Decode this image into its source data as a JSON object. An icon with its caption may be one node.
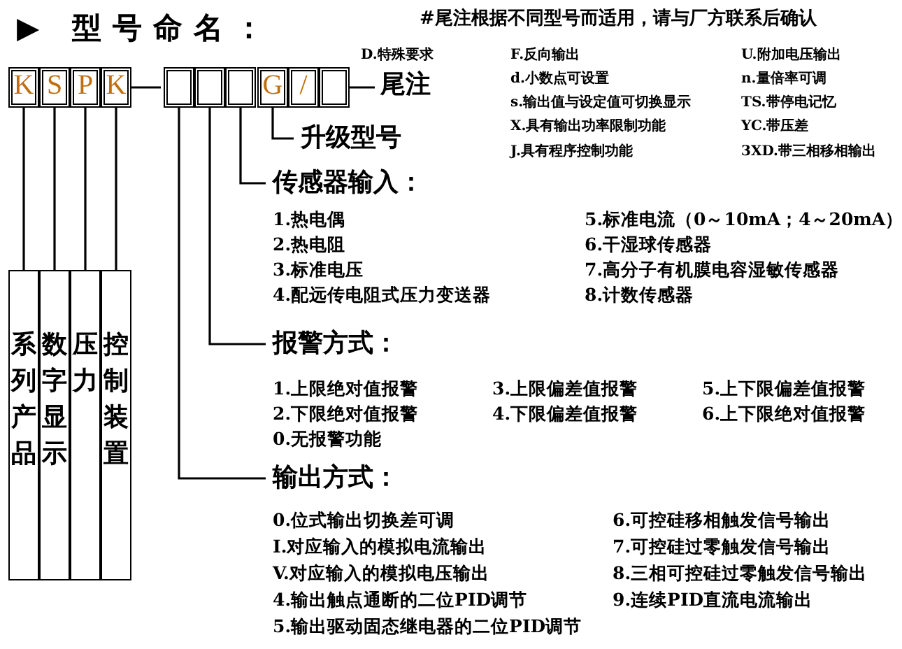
{
  "diagram": {
    "title": "▶ 型号命名：",
    "nodes": [
      {
        "text": [
          "K"
        ]
      },
      {
        "text": [
          "S"
        ]
      },
      {
        "text": [
          "P"
        ]
      },
      {
        "text": [
          "K"
        ]
      },
      {
        "text": [],
        "shape": "box"
      },
      {
        "text": [],
        "shape": "box"
      },
      {
        "text": [],
        "shape": "box"
      },
      {
        "text": [
          "G"
        ]
      },
      {
        "text": [
          "/"
        ]
      },
      {
        "text": [],
        "shape": "box"
      },
      {
        "text": [
          "尾注"
        ]
      },
      {
        "text": [
          "升级型号"
        ]
      },
      {
        "text": [
          "传感器输入："
        ]
      },
      {
        "text": [
          "报警方式："
        ]
      },
      {
        "text": [
          "输出方式："
        ]
      },
      {
        "text": [
          "系列产品"
        ]
      },
      {
        "text": [
          "数字显示"
        ]
      },
      {
        "text": [
          "压力"
        ]
      },
      {
        "text": [
          "控制装置"
        ]
      }
    ],
    "edges": [
      {
        "from": 3,
        "to": 4,
        "arrow": "none"
      },
      {
        "from": 9,
        "to": 10,
        "arrow": "none"
      },
      {
        "from": 7,
        "to": 11,
        "arrow": "none"
      },
      {
        "from": 6,
        "to": 12,
        "arrow": "none"
      },
      {
        "from": 5,
        "to": 13,
        "arrow": "none"
      },
      {
        "from": 4,
        "to": 14,
        "arrow": "none"
      },
      {
        "from": 0,
        "to": 15,
        "arrow": "none"
      },
      {
        "from": 1,
        "to": 16,
        "arrow": "none"
      },
      {
        "from": 2,
        "to": 17,
        "arrow": "none"
      },
      {
        "from": 3,
        "to": 18,
        "arrow": "none"
      }
    ],
    "labels": [
      "#尾注根据不同型号而适用，请与厂方联系后确认",
      "D.特殊要求",
      "F.反向输出",
      "U.附加电压输出",
      "d.小数点可设置",
      "n.量倍率可调",
      "s.输出值与设定值可切换显示",
      "TS.带停电记忆",
      "X.具有输出功率限制功能",
      "YC.带压差",
      "J.具有程序控制功能",
      "3XD.带三相移相输出",
      "1.热电偶",
      "5.标准电流（0～10mA；4～20mA）",
      "2.热电阻",
      "6.干湿球传感器",
      "3.标准电压",
      "7.高分子有机膜电容湿敏传感器",
      "4.配远传电阻式压力变送器",
      "8.计数传感器",
      "1.上限绝对值报警",
      "3.上限偏差值报警",
      "5.上下限偏差值报警",
      "2.下限绝对值报警",
      "4.下限偏差值报警",
      "6.上下限绝对值报警",
      "0.无报警功能",
      "0.位式输出切换差可调",
      "6.可控硅移相触发信号输出",
      "I.对应输入的模拟电流输出",
      "7.可控硅过零触发信号输出",
      "V.对应输入的模拟电压输出",
      "8.三相可控硅过零触发信号输出",
      "4.输出触点通断的二位PID调节",
      "9.连续PID直流电流输出",
      "5.输出驱动固态继电器的二位PID调节"
    ]
  }
}
